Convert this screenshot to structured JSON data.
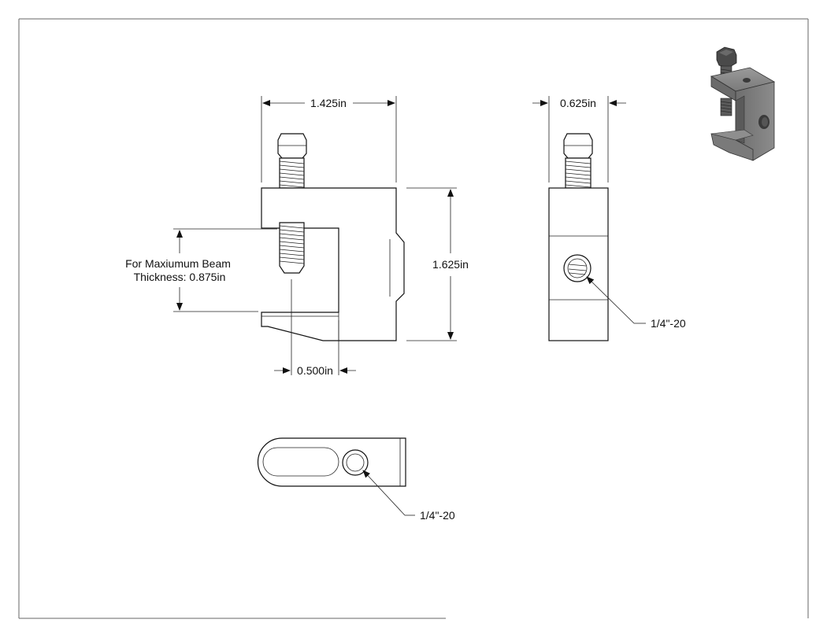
{
  "front_view": {
    "width_dim": "1.425in",
    "height_dim": "1.625in",
    "offset_dim": "0.500in",
    "note_line1": "For Maxiumum Beam",
    "note_line2": "Thickness: 0.875in"
  },
  "side_view": {
    "width_dim": "0.625in",
    "thread_callout": "1/4\"-20"
  },
  "top_view": {
    "thread_callout": "1/4\"-20"
  },
  "iso_view": {
    "icon": "beam-clamp-3d-icon"
  }
}
